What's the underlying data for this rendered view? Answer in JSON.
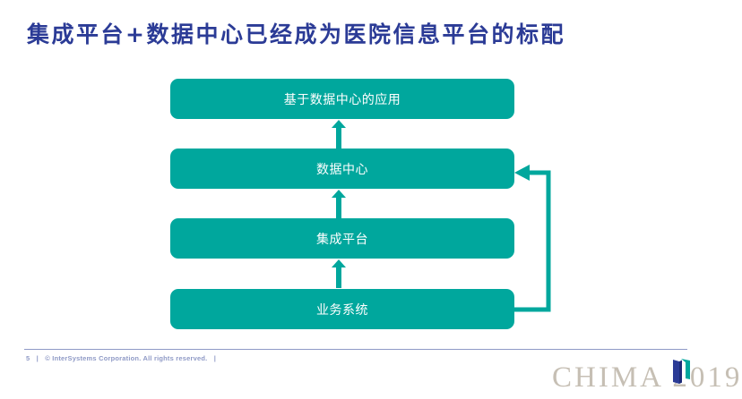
{
  "slide": {
    "title": "集成平台+数据中心已经成为医院信息平台的标配",
    "background_color": "#ffffff",
    "title_color": "#2b3b96",
    "accent_color": "#00a79d"
  },
  "diagram": {
    "type": "flow-stack",
    "node_fill": "#00a79d",
    "node_text_color": "#ffffff",
    "nodes": [
      {
        "label": "基于数据中心的应用"
      },
      {
        "label": "数据中心"
      },
      {
        "label": "集成平台"
      },
      {
        "label": "业务系统"
      }
    ],
    "connectors": [
      {
        "name": "arrow-up-0",
        "from": "数据中心",
        "to": "基于数据中心的应用",
        "direction": "up"
      },
      {
        "name": "arrow-up-1",
        "from": "集成平台",
        "to": "数据中心",
        "direction": "up"
      },
      {
        "name": "arrow-up-2",
        "from": "业务系统",
        "to": "集成平台",
        "direction": "up"
      },
      {
        "name": "feedback-arrow",
        "from": "业务系统",
        "to": "数据中心",
        "direction": "right-up-left"
      }
    ]
  },
  "footer": {
    "page_number": "5",
    "separator": "|",
    "copyright": "© InterSystems Corporation. All rights reserved.",
    "trailing_separator": "|",
    "text_color": "#8f9ac6"
  },
  "logo": {
    "wordmark": "CHIMA 2019",
    "wordmark_color": "#c6bfb4",
    "mark_navy": "#2b3b96",
    "mark_teal": "#00a79d"
  }
}
